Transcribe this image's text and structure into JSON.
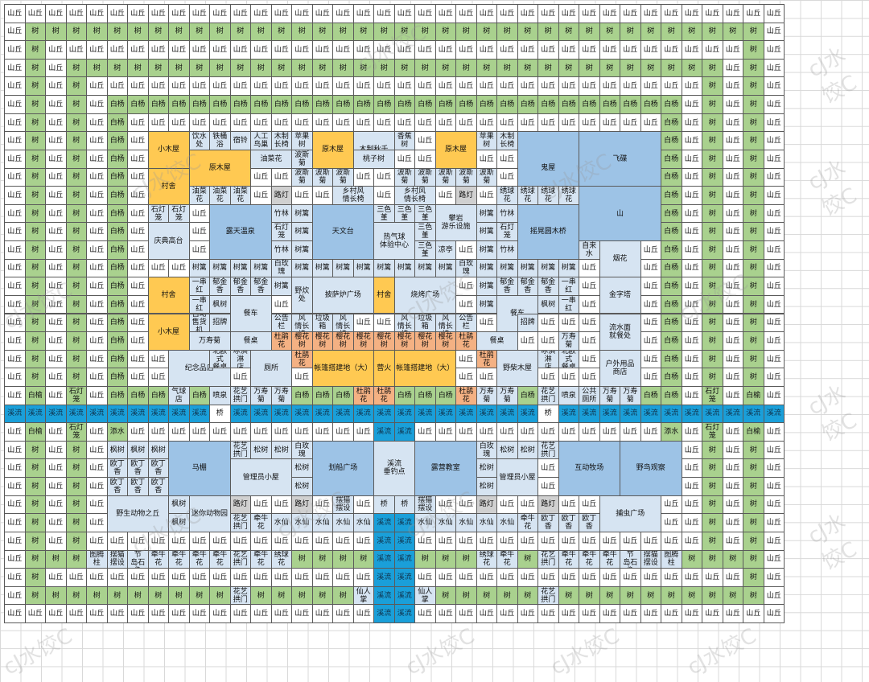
{
  "watermark": "cJ水饺C",
  "palette": {
    "hill": "#ffffff",
    "tree": "#a9d18e",
    "building": "#9dc3e6",
    "light_building": "#d6e4f2",
    "house": "#ffc952",
    "path": "#d0d0d0",
    "flower_bed": "#f4b183",
    "stream": "#1a9fd9"
  },
  "map": {
    "columns": 38,
    "rows": 34,
    "row_tiles": [
      [
        "山丘",
        "山丘",
        "山丘",
        "山丘",
        "山丘",
        "山丘",
        "山丘",
        "山丘",
        "山丘",
        "山丘",
        "山丘",
        "山丘",
        "山丘",
        "山丘",
        "山丘",
        "山丘",
        "山丘",
        "山丘",
        "山丘",
        "山丘",
        "山丘",
        "山丘",
        "山丘",
        "山丘",
        "山丘",
        "山丘",
        "山丘",
        "山丘",
        "山丘",
        "山丘",
        "山丘",
        "山丘",
        "山丘",
        "山丘",
        "山丘",
        "山丘",
        "山丘",
        "山丘"
      ],
      [
        "山丘",
        "树",
        "树",
        "树",
        "树",
        "树",
        "树",
        "树",
        "树",
        "树",
        "树",
        "树",
        "树",
        "树",
        "树",
        "树",
        "树",
        "树",
        "树",
        "树",
        "树",
        "树",
        "树",
        "树",
        "树",
        "树",
        "树",
        "树",
        "树",
        "树",
        "树",
        "树",
        "树",
        "树",
        "树",
        "树",
        "树",
        "山丘"
      ],
      [
        "山丘",
        "树",
        "山丘",
        "山丘",
        "山丘",
        "山丘",
        "山丘",
        "山丘",
        "山丘",
        "山丘",
        "山丘",
        "山丘",
        "山丘",
        "山丘",
        "山丘",
        "山丘",
        "山丘",
        "山丘",
        "山丘",
        "山丘",
        "山丘",
        "山丘",
        "山丘",
        "山丘",
        "山丘",
        "山丘",
        "山丘",
        "山丘",
        "山丘",
        "山丘",
        "山丘",
        "山丘",
        "山丘",
        "山丘",
        "山丘",
        "山丘",
        "树",
        "山丘"
      ],
      [
        "山丘",
        "树",
        "山丘",
        "树",
        "树",
        "树",
        "树",
        "树",
        "树",
        "树",
        "树",
        "树",
        "树",
        "树",
        "树",
        "树",
        "树",
        "树",
        "树",
        "树",
        "树",
        "树",
        "树",
        "树",
        "树",
        "树",
        "树",
        "树",
        "树",
        "树",
        "树",
        "树",
        "树",
        "树",
        "树",
        "山丘",
        "树",
        "山丘"
      ],
      [
        "山丘",
        "树",
        "山丘",
        "树",
        "山丘",
        "山丘",
        "山丘",
        "山丘",
        "山丘",
        "山丘",
        "山丘",
        "山丘",
        "山丘",
        "山丘",
        "山丘",
        "山丘",
        "山丘",
        "山丘",
        "山丘",
        "山丘",
        "山丘",
        "山丘",
        "山丘",
        "山丘",
        "山丘",
        "山丘",
        "山丘",
        "山丘",
        "山丘",
        "山丘",
        "山丘",
        "山丘",
        "山丘",
        "山丘",
        "树",
        "山丘",
        "树",
        "山丘"
      ],
      [
        "山丘",
        "树",
        "山丘",
        "树",
        "山丘",
        "白杨",
        "白杨",
        "白杨",
        "白杨",
        "白杨",
        "白杨",
        "白杨",
        "白杨",
        "白杨",
        "白杨",
        "白杨",
        "白杨",
        "白杨",
        "白杨",
        "白杨",
        "白杨",
        "白杨",
        "白杨",
        "白杨",
        "白杨",
        "白杨",
        "白杨",
        "白杨",
        "白杨",
        "白杨",
        "白杨",
        "白杨",
        "白杨",
        "山丘",
        "树",
        "山丘",
        "树",
        "山丘"
      ],
      [
        "山丘",
        "树",
        "山丘",
        "树",
        "山丘",
        "白杨",
        "山丘",
        "山丘",
        "山丘",
        "山丘",
        "山丘",
        "山丘",
        "山丘",
        "山丘",
        "山丘",
        "山丘",
        "山丘",
        "山丘",
        "山丘",
        "山丘",
        "山丘",
        "山丘",
        "山丘",
        "山丘",
        "山丘",
        "山丘",
        "山丘",
        "山丘",
        "山丘",
        "山丘",
        "山丘",
        "山丘",
        "白杨",
        "山丘",
        "树",
        "山丘",
        "树",
        "山丘"
      ]
    ],
    "labels": {
      "hill": "山丘",
      "tree": "树",
      "poplar": "白杨",
      "stream": "溪流",
      "bridge": "桥",
      "elm": "白榆",
      "stone_lantern": "石灯笼",
      "water": "添水"
    }
  },
  "places": {
    "cabin_1": "小木屋",
    "drinking_spot": "饮水处",
    "iron_bathtub": "铁桶浴",
    "seesaw": "宿铃",
    "artificial_nest": "人工\n鸟巢",
    "wooden_bench": "木制\n长椅",
    "apple_tree": "苹果树",
    "log_cabin": "原木屋",
    "wood_swing": "木制秋千",
    "banana_tree": "香蕉树",
    "log_cabin_2": "原木屋",
    "ghost_house": "鬼屋",
    "flying_saucer": "飞碟",
    "village_house": "村舍",
    "oil_flower": "油菜花",
    "peach_tree": "桃子树",
    "persian_chrys": "波斯菊",
    "streetlight": "路灯",
    "rural_bench": "乡村风\n情长椅",
    "hydrangea": "绣球花",
    "mountain": "山",
    "bamboo": "竹林",
    "tree_fence": "树篱",
    "hot_spring": "露天温泉",
    "observatory": "天文台",
    "tricolor_violet": "三色堇",
    "balloon": "热气球\n体验中心",
    "climbing": "攀岩\n游乐设施",
    "rope_bridge": "摇晃圆木桥",
    "celebration_stage": "庆典高台",
    "stone_lantern": "石灯笼",
    "pavilion": "凉亭",
    "fountain": "自来水",
    "fireworks": "烟花",
    "white_rose": "白玫瑰",
    "red_string": "一串红",
    "marigold": "郁金香",
    "mountain_gate": "金字塔",
    "fire_pit": "野炊处",
    "stove_square": "披萨炉广场",
    "bbq_square": "烧烤广场",
    "maple": "枫树",
    "dining_car": "餐车",
    "vending": "自动\n售货机",
    "signboard": "招牌",
    "notice": "公告栏",
    "trash": "垃圾箱",
    "aster": "万寿菊",
    "dining_table": "餐桌",
    "azalea": "杜鹃花",
    "cherry": "樱花树",
    "waterfall_cafe": "流水面\n就餐处",
    "souvenir": "纪念品店",
    "nordic_restaurant": "北欧式\n餐桌",
    "icecream": "冰淇淋\n店",
    "toilet": "厕所",
    "tent_big": "帐篷搭建地（大）",
    "campfire": "营火",
    "lumber_house": "野柴木屋",
    "outdoor_shop": "户外用品\n商店",
    "balloon_shop": "气球店",
    "spray": "喷泉",
    "flower_arch": "花艺\n拱门",
    "public_toilet": "公共\n厕所",
    "horse_stable": "马棚",
    "ranger_hut": "管理员小屋",
    "boat_square": "划船广场",
    "stream_fishing": "溪流\n垂钓点",
    "camp_classroom": "露营教室",
    "interactive_ranch": "互动牧场",
    "bird_watching": "野鸟观察",
    "pine": "松树",
    "olive": "欧丁香",
    "wild_hill": "野生动物之丘",
    "mini_zoo": "迷你动物园",
    "pig_swing": "摆猫\n摆设",
    "morning_glory": "牵牛花",
    "narcissus": "水仙",
    "bug_square": "捕虫广场",
    "totem": "图腾柱",
    "easter_stone": "复活节\n岛石像",
    "cactus": "仙人掌"
  }
}
